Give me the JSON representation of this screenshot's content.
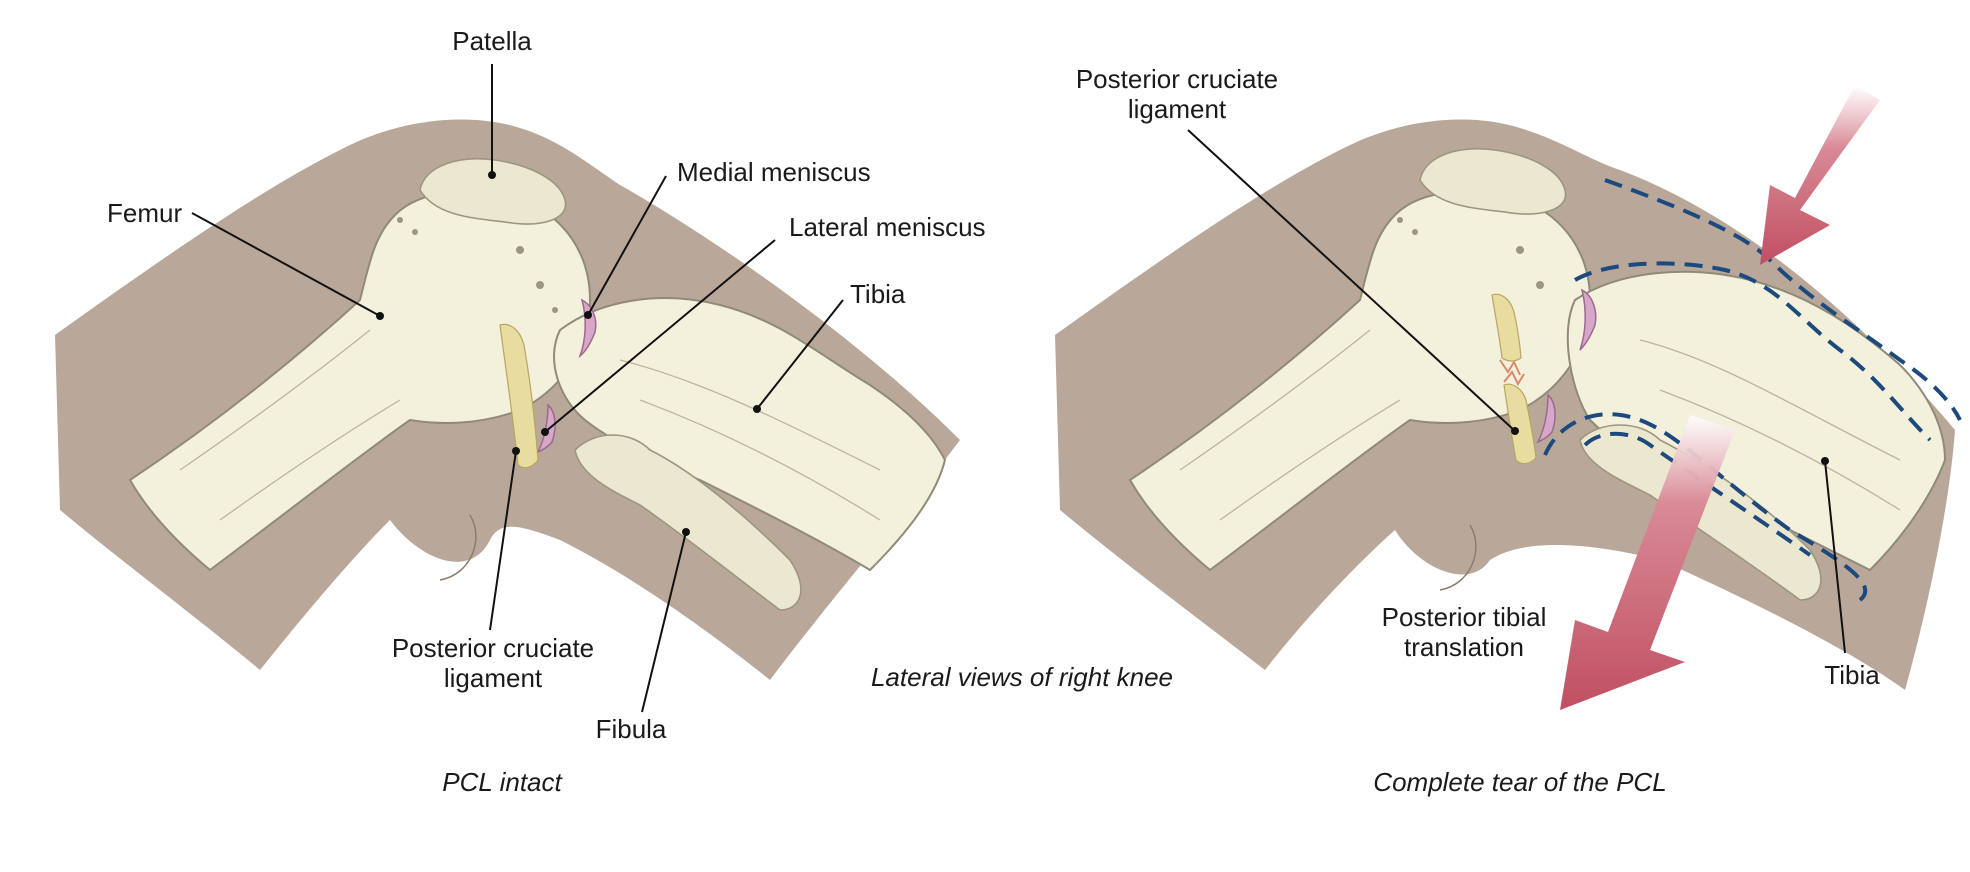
{
  "left_panel": {
    "labels": {
      "patella": "Patella",
      "femur": "Femur",
      "medial_meniscus": "Medial meniscus",
      "lateral_meniscus": "Lateral meniscus",
      "tibia": "Tibia",
      "pcl_line1": "Posterior cruciate",
      "pcl_line2": "ligament",
      "fibula": "Fibula"
    },
    "caption": "PCL intact"
  },
  "right_panel": {
    "labels": {
      "pcl_line1": "Posterior cruciate",
      "pcl_line2": "ligament",
      "translation_line1": "Posterior tibial",
      "translation_line2": "translation",
      "tibia": "Tibia"
    },
    "caption": "Complete tear of the PCL"
  },
  "center_caption": "Lateral views of right knee",
  "colors": {
    "skin": "#b9a899",
    "bone": "#f3f0dc",
    "meniscus": "#d8a6c8",
    "ligament": "#e9dca0",
    "dashed_outline": "#1c4a7e",
    "arrow": "#c8586a"
  }
}
